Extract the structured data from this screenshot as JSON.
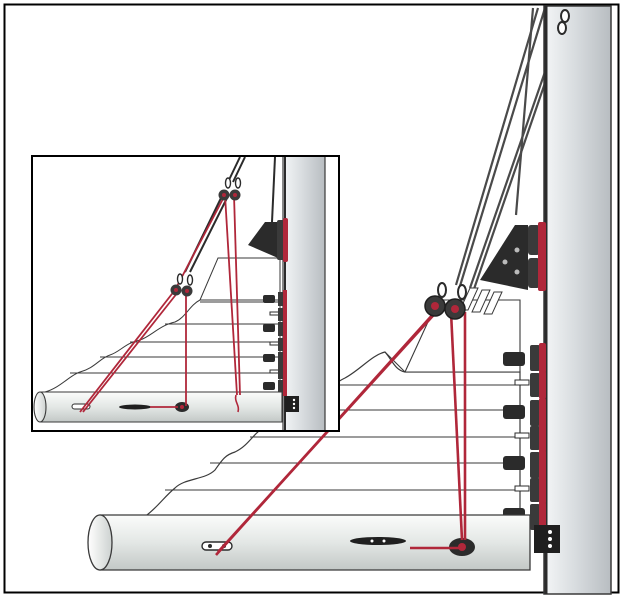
{
  "figure": {
    "frame_color": "#000000",
    "background": "#ffffff",
    "mast_fill": "#d9dde0",
    "boom_fill": "#e3e7e5",
    "reef_line_color": "#b0273a",
    "hardware_color": "#2b2b2b",
    "sail_color": "#ffffff"
  },
  "main_view": {
    "reef_points_on_mast": 4,
    "sail_flakes": 5,
    "show_lazy_jacks": true,
    "show_reefing_line": true
  },
  "detail_inset": {
    "reef_points_on_mast": 4,
    "sail_flakes": 5,
    "show_lazy_jacks": true,
    "show_reefing_line": true
  }
}
